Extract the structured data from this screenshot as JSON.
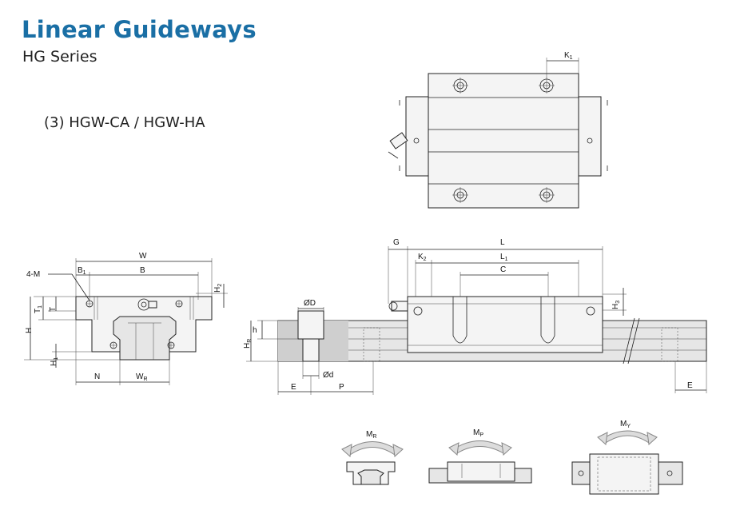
{
  "header": {
    "title": "Linear Guideways",
    "subtitle": "HG Series",
    "model": "(3) HGW-CA / HGW-HA"
  },
  "top_view": {
    "k1": "K",
    "k1_sub": "1"
  },
  "front_view": {
    "w": "W",
    "b": "B",
    "b1": "B",
    "b1_sub": "1",
    "m": "4-M",
    "h2": "H",
    "h2_sub": "2",
    "t": "T",
    "t1": "T",
    "t1_sub": "1",
    "h": "H",
    "h1": "H",
    "h1_sub": "1",
    "n": "N",
    "wr": "W",
    "wr_sub": "R"
  },
  "side_view": {
    "g": "G",
    "l": "L",
    "l1": "L",
    "l1_sub": "1",
    "k2": "K",
    "k2_sub": "2",
    "c": "C",
    "h3": "H",
    "h3_sub": "3",
    "od": "ØD",
    "hr": "H",
    "hr_sub": "R",
    "h": "h",
    "small_d": "Ød",
    "e_left": "E",
    "p": "P",
    "e_right": "E"
  },
  "moments": {
    "mr": "M",
    "mr_sub": "R",
    "mp": "M",
    "mp_sub": "P",
    "my": "M",
    "my_sub": "Y"
  },
  "colors": {
    "title": "#1a6fa5",
    "line": "#222222",
    "arrow_fill": "#dcdcdc"
  }
}
